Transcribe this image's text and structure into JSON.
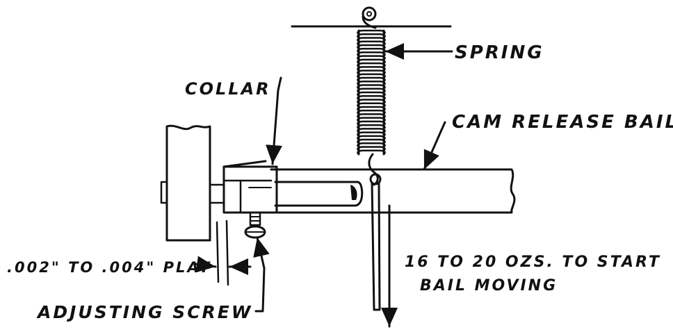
{
  "labels": {
    "spring": "SPRING",
    "collar": "COLLAR",
    "cam_release_bail": "CAM RELEASE BAIL",
    "play": ".002\" TO .004\" PLAY",
    "adjusting_screw": "ADJUSTING SCREW",
    "force_line1": "16 TO 20 OZS. TO START",
    "force_line2": "BAIL MOVING"
  }
}
